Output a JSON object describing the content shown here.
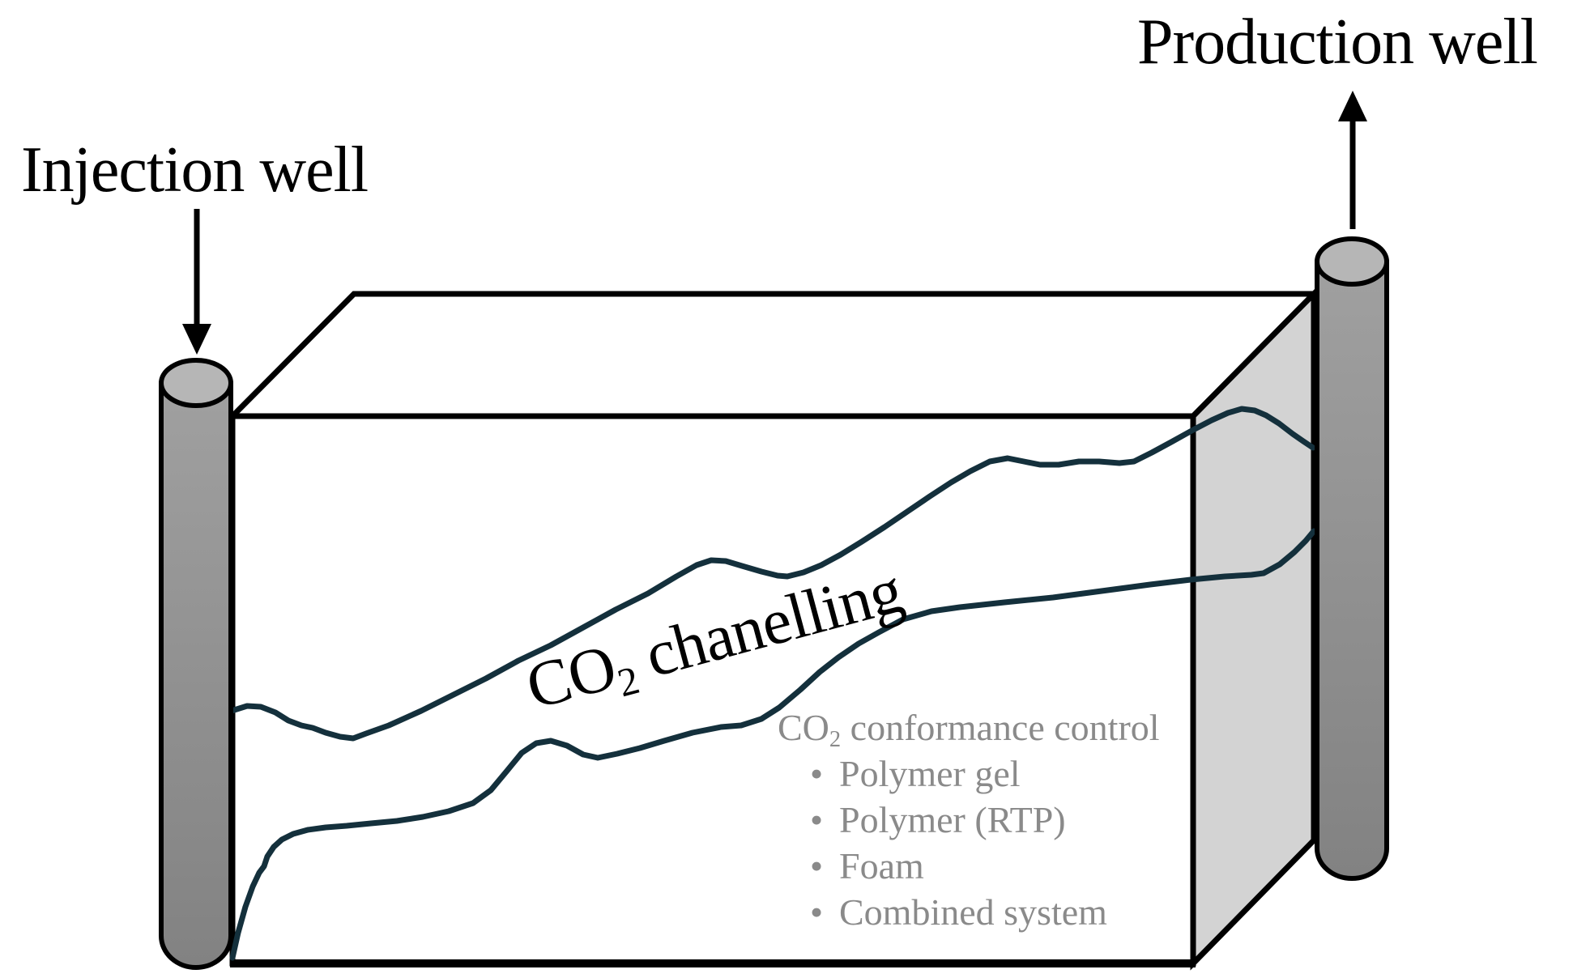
{
  "labels": {
    "injection_well": "Injection well",
    "production_well": "Production well"
  },
  "channel_label": {
    "prefix": "CO",
    "subscript": "2",
    "suffix": " chanelling"
  },
  "conformance": {
    "heading": {
      "prefix": "CO",
      "subscript": "2",
      "suffix": " conformance control"
    },
    "bullet": "•",
    "items": [
      {
        "label": "Polymer gel"
      },
      {
        "label": "Polymer (RTP)"
      },
      {
        "label": "Foam"
      },
      {
        "label": "Combined system"
      }
    ]
  },
  "colors": {
    "channel_line": "#14303c",
    "side_face": "#d3d3d3",
    "cylinder_top": "#b6b6b6",
    "cylinder_body_top": "#a0a0a0",
    "cylinder_body_bottom": "#828282",
    "muted_text": "#8a8a8a",
    "outline": "#000000",
    "paper": "#ffffff"
  }
}
